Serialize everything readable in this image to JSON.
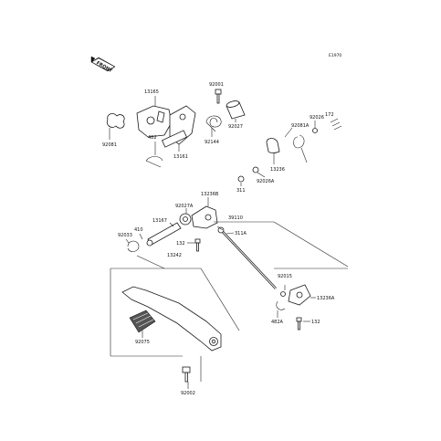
{
  "diagram_code": "E1970",
  "front_label": "FRONT",
  "callouts": {
    "p13165": "13165",
    "p92001": "92001",
    "p92081": "92081",
    "p482": "482",
    "p13161": "13161",
    "p92144": "92144",
    "p92027": "92027",
    "p92081A": "92081A",
    "p92026": "92026",
    "p172": "172",
    "p13236": "13236",
    "p92026A": "92026A",
    "p311": "311",
    "p13236B": "13236B",
    "p92027A": "92027A",
    "p39110": "39110",
    "p13167": "13167",
    "p410": "410",
    "p92033": "92033",
    "p311A": "311A",
    "p132a": "132",
    "p13242": "13242",
    "p92015": "92015",
    "p13236A": "13236A",
    "p482A": "482A",
    "p132b": "132",
    "p92075": "92075",
    "p92002": "92002"
  }
}
